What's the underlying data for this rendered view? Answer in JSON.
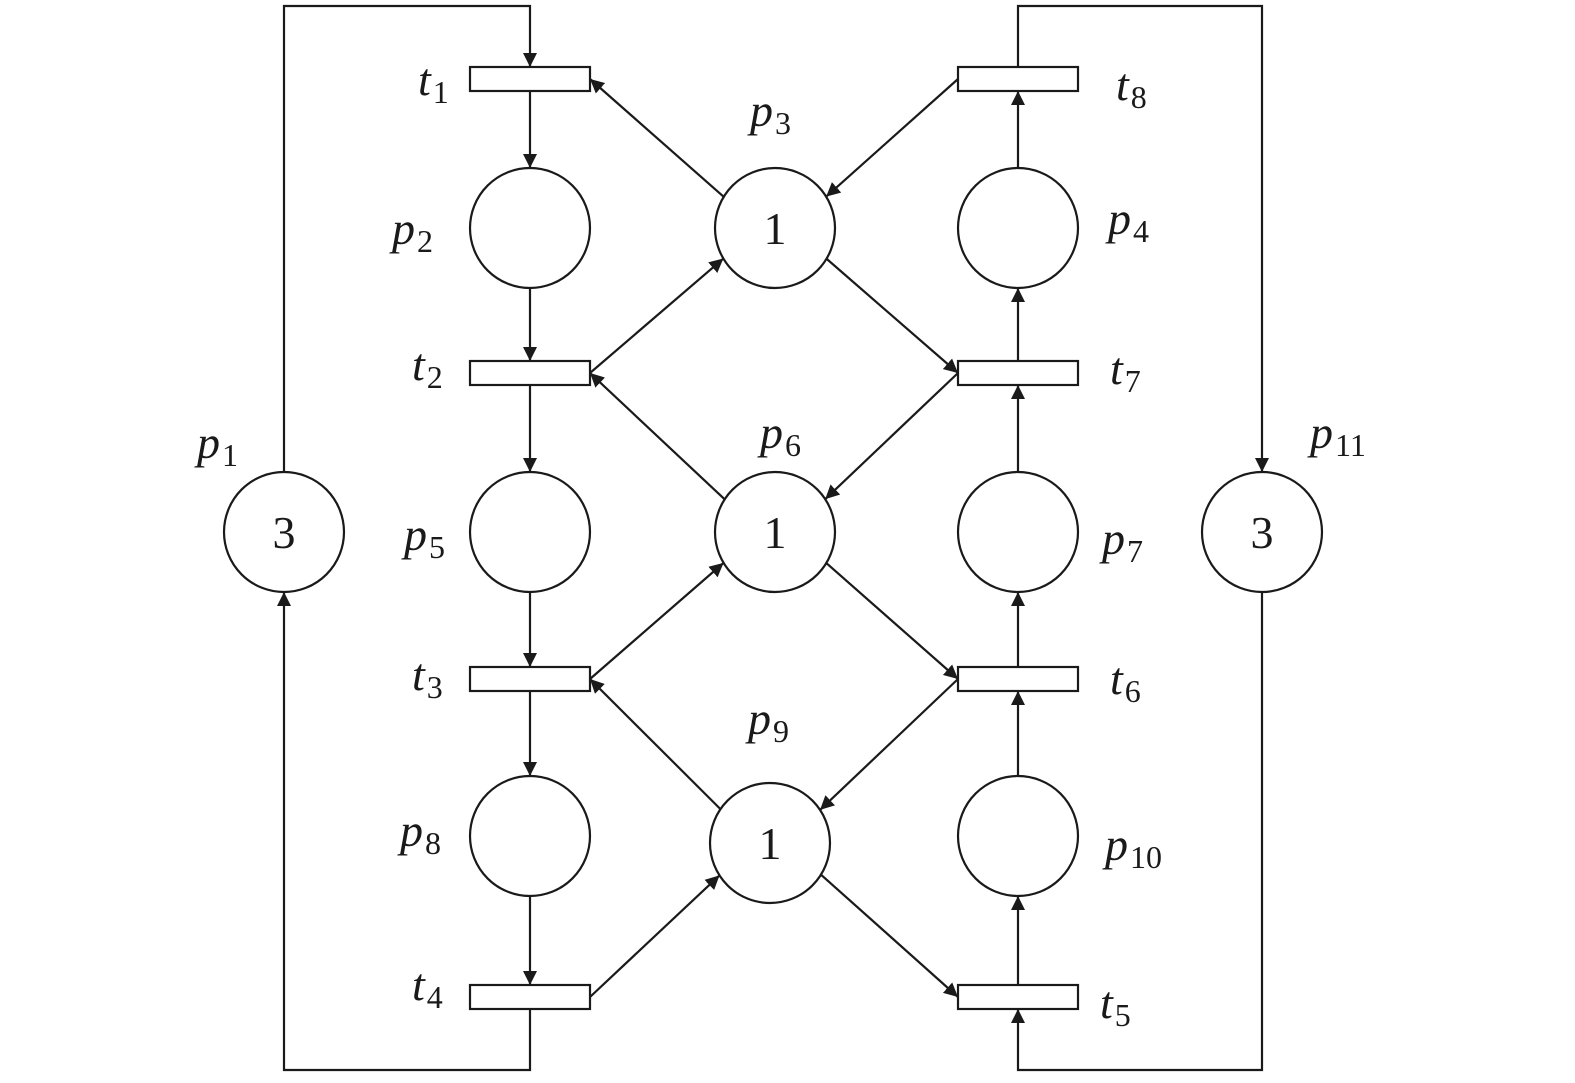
{
  "places": [
    {
      "id": "p1",
      "letter": "p",
      "index": "1",
      "tokens": "3"
    },
    {
      "id": "p2",
      "letter": "p",
      "index": "2",
      "tokens": ""
    },
    {
      "id": "p3",
      "letter": "p",
      "index": "3",
      "tokens": "1"
    },
    {
      "id": "p4",
      "letter": "p",
      "index": "4",
      "tokens": ""
    },
    {
      "id": "p5",
      "letter": "p",
      "index": "5",
      "tokens": ""
    },
    {
      "id": "p6",
      "letter": "p",
      "index": "6",
      "tokens": "1"
    },
    {
      "id": "p7",
      "letter": "p",
      "index": "7",
      "tokens": ""
    },
    {
      "id": "p8",
      "letter": "p",
      "index": "8",
      "tokens": ""
    },
    {
      "id": "p9",
      "letter": "p",
      "index": "9",
      "tokens": "1"
    },
    {
      "id": "p10",
      "letter": "p",
      "index": "10",
      "tokens": ""
    },
    {
      "id": "p11",
      "letter": "p",
      "index": "11",
      "tokens": "3"
    }
  ],
  "transitions": [
    {
      "id": "t1",
      "letter": "t",
      "index": "1"
    },
    {
      "id": "t2",
      "letter": "t",
      "index": "2"
    },
    {
      "id": "t3",
      "letter": "t",
      "index": "3"
    },
    {
      "id": "t4",
      "letter": "t",
      "index": "4"
    },
    {
      "id": "t5",
      "letter": "t",
      "index": "5"
    },
    {
      "id": "t6",
      "letter": "t",
      "index": "6"
    },
    {
      "id": "t7",
      "letter": "t",
      "index": "7"
    },
    {
      "id": "t8",
      "letter": "t",
      "index": "8"
    }
  ],
  "arcs": [
    {
      "from": "p1",
      "to": "t1"
    },
    {
      "from": "t1",
      "to": "p2"
    },
    {
      "from": "p2",
      "to": "t2"
    },
    {
      "from": "t2",
      "to": "p5"
    },
    {
      "from": "p5",
      "to": "t3"
    },
    {
      "from": "t3",
      "to": "p8"
    },
    {
      "from": "p8",
      "to": "t4"
    },
    {
      "from": "t4",
      "to": "p1"
    },
    {
      "from": "p3",
      "to": "t1"
    },
    {
      "from": "t2",
      "to": "p3"
    },
    {
      "from": "p6",
      "to": "t2"
    },
    {
      "from": "t3",
      "to": "p6"
    },
    {
      "from": "p9",
      "to": "t3"
    },
    {
      "from": "t4",
      "to": "p9"
    },
    {
      "from": "p11",
      "to": "t5"
    },
    {
      "from": "t5",
      "to": "p10"
    },
    {
      "from": "p10",
      "to": "t6"
    },
    {
      "from": "t6",
      "to": "p7"
    },
    {
      "from": "p7",
      "to": "t7"
    },
    {
      "from": "t7",
      "to": "p4"
    },
    {
      "from": "p4",
      "to": "t8"
    },
    {
      "from": "t8",
      "to": "p11"
    },
    {
      "from": "t8",
      "to": "p3"
    },
    {
      "from": "p3",
      "to": "t7"
    },
    {
      "from": "t7",
      "to": "p6"
    },
    {
      "from": "p6",
      "to": "t6"
    },
    {
      "from": "t6",
      "to": "p9"
    },
    {
      "from": "p9",
      "to": "t5"
    }
  ]
}
